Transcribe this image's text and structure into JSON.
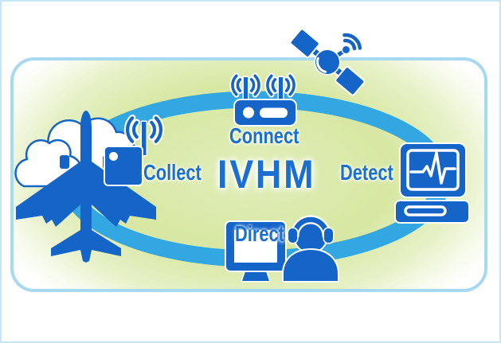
{
  "diagram": {
    "title": "IVHM",
    "labels": {
      "connect": "Connect",
      "collect": "Collect",
      "detect": "Detect",
      "direct": "Direct"
    },
    "colors": {
      "icon-blue": "#1565C8",
      "ring-blue": "#33A7E1",
      "text-blue": "#1B6FCE",
      "frame-border": "#A7D9F2",
      "outer-border": "#C5E6F7",
      "bg-green": "#D5E79F"
    },
    "icons": [
      "airplane-icon",
      "cloud-icon",
      "data-recorder-icon",
      "wifi-waves-icon",
      "router-icon",
      "satellite-icon",
      "health-monitor-icon",
      "workstation-monitor-icon",
      "operator-headset-icon"
    ]
  }
}
